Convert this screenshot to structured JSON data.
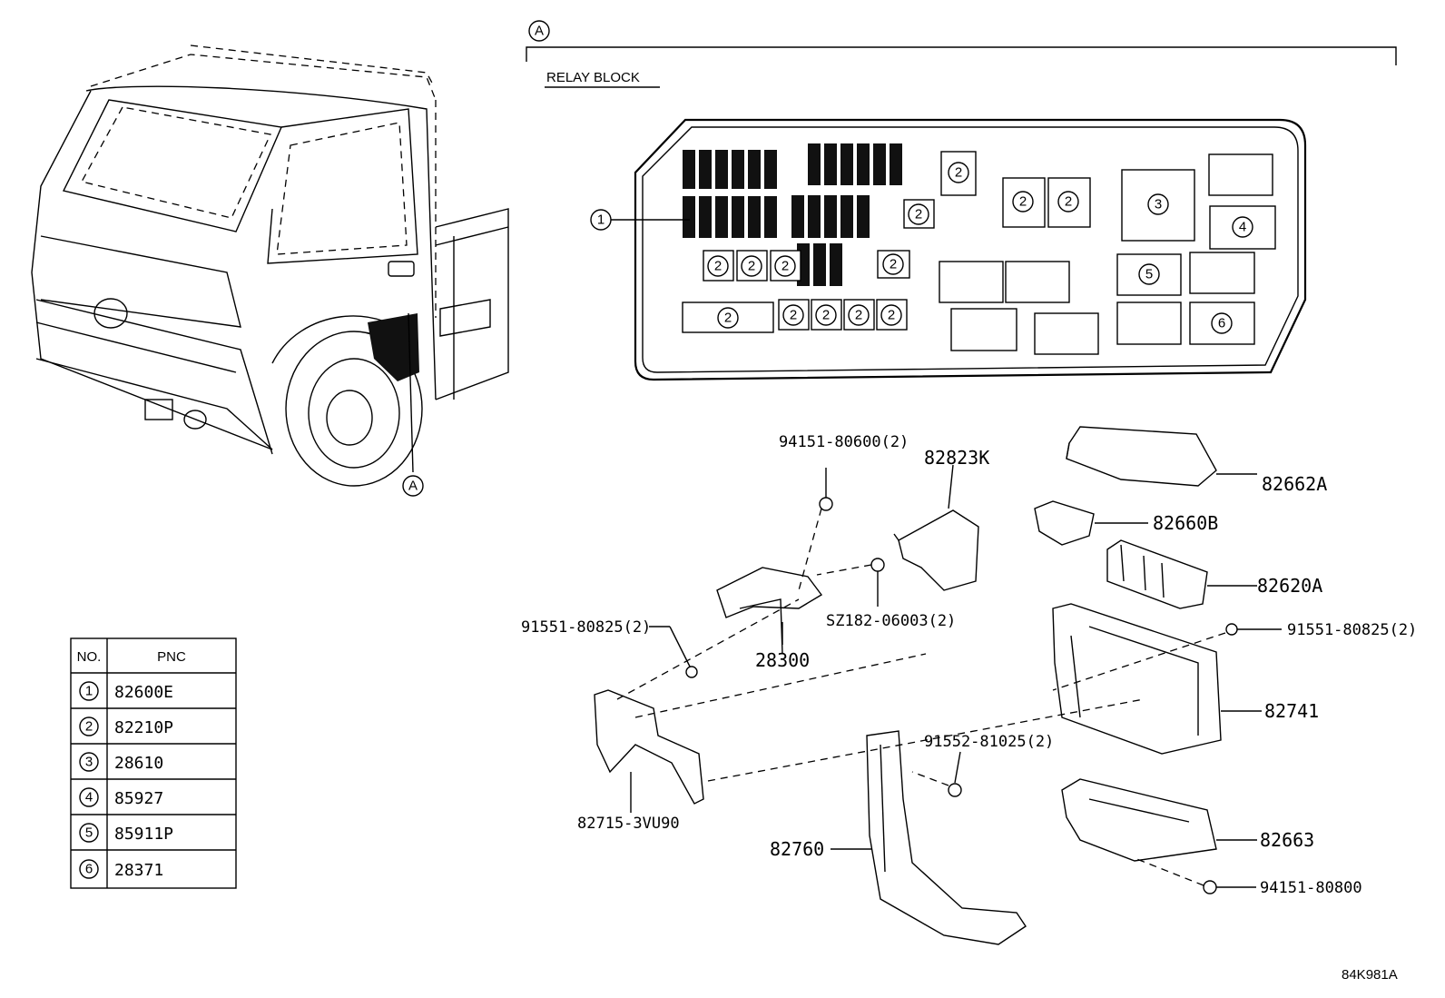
{
  "callout_letter": "A",
  "relay_block_title": "RELAY BLOCK",
  "legend_circle_labels": [
    "1",
    "2",
    "3",
    "4",
    "5",
    "6"
  ],
  "part_labels": {
    "p94151_80600": "94151-80600(2)",
    "p82823K": "82823K",
    "p82662A": "82662A",
    "p82660B": "82660B",
    "p82620A": "82620A",
    "p91551_80825_right": "91551-80825(2)",
    "p91551_80825_left": "91551-80825(2)",
    "pSZ182": "SZ182-06003(2)",
    "p28300": "28300",
    "p82741": "82741",
    "p91552": "91552-81025(2)",
    "p82715": "82715-3VU90",
    "p82663": "82663",
    "p82760": "82760",
    "p94151_80800": "94151-80800"
  },
  "table": {
    "header_no": "NO.",
    "header_pnc": "PNC",
    "rows": [
      {
        "no": "1",
        "pnc": "82600E"
      },
      {
        "no": "2",
        "pnc": "82210P"
      },
      {
        "no": "3",
        "pnc": "28610"
      },
      {
        "no": "4",
        "pnc": "85927"
      },
      {
        "no": "5",
        "pnc": "85911P"
      },
      {
        "no": "6",
        "pnc": "28371"
      }
    ]
  },
  "figure_code": "84K981A"
}
